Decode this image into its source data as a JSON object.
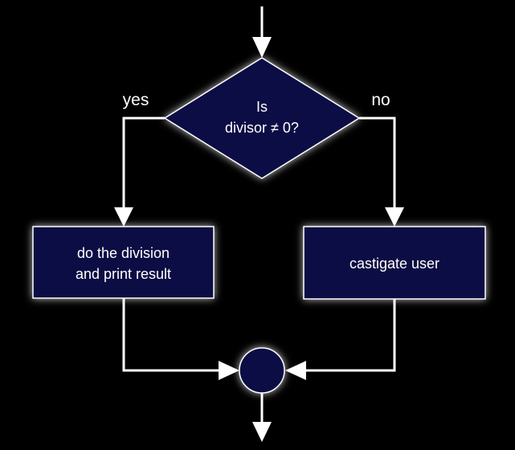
{
  "decision": {
    "line1": "Is",
    "line2": "divisor ≠ 0?"
  },
  "branches": {
    "yes_label": "yes",
    "no_label": "no"
  },
  "yes_box": {
    "line1": "do the division",
    "line2": "and print result"
  },
  "no_box": {
    "line1": "castigate user"
  },
  "colors": {
    "background": "#000000",
    "node_fill": "#0d1044",
    "stroke": "#ffffff"
  }
}
